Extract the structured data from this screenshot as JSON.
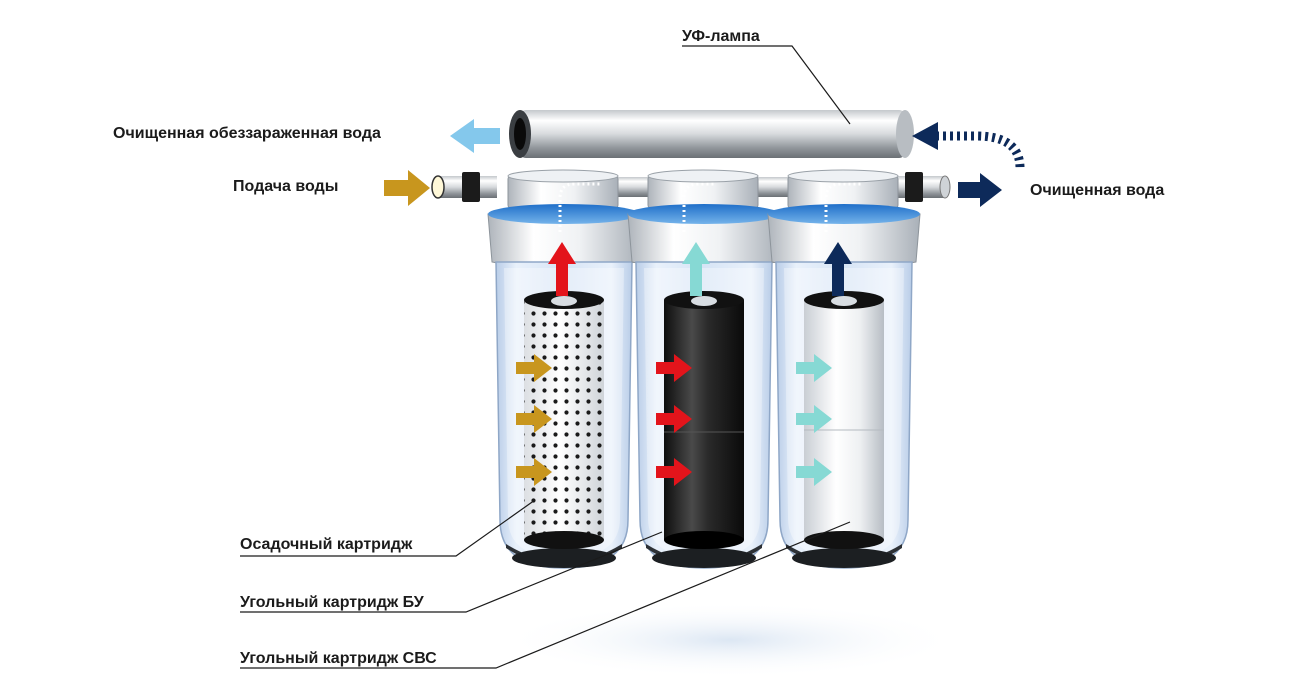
{
  "labels": {
    "uv_lamp": "УФ-лампа",
    "clean_disinfected_water": "Очищенная обеззараженная вода",
    "water_supply": "Подача воды",
    "clean_water": "Очищенная вода",
    "sediment_cartridge": "Осадочный картридж",
    "carbon_cartridge_bu": "Угольный картридж БУ",
    "carbon_cartridge_cbc": "Угольный картридж СВС"
  },
  "colors": {
    "flow_stage1": "#e3141b",
    "flow_stage2": "#86d9d4",
    "flow_stage3": "#0d2a5a",
    "inlet_arrow": "#c8961e",
    "outlet_arrow": "#0d2a5a",
    "disinfected_arrow": "#84c8ec",
    "water_blue": "#2f86d6"
  }
}
